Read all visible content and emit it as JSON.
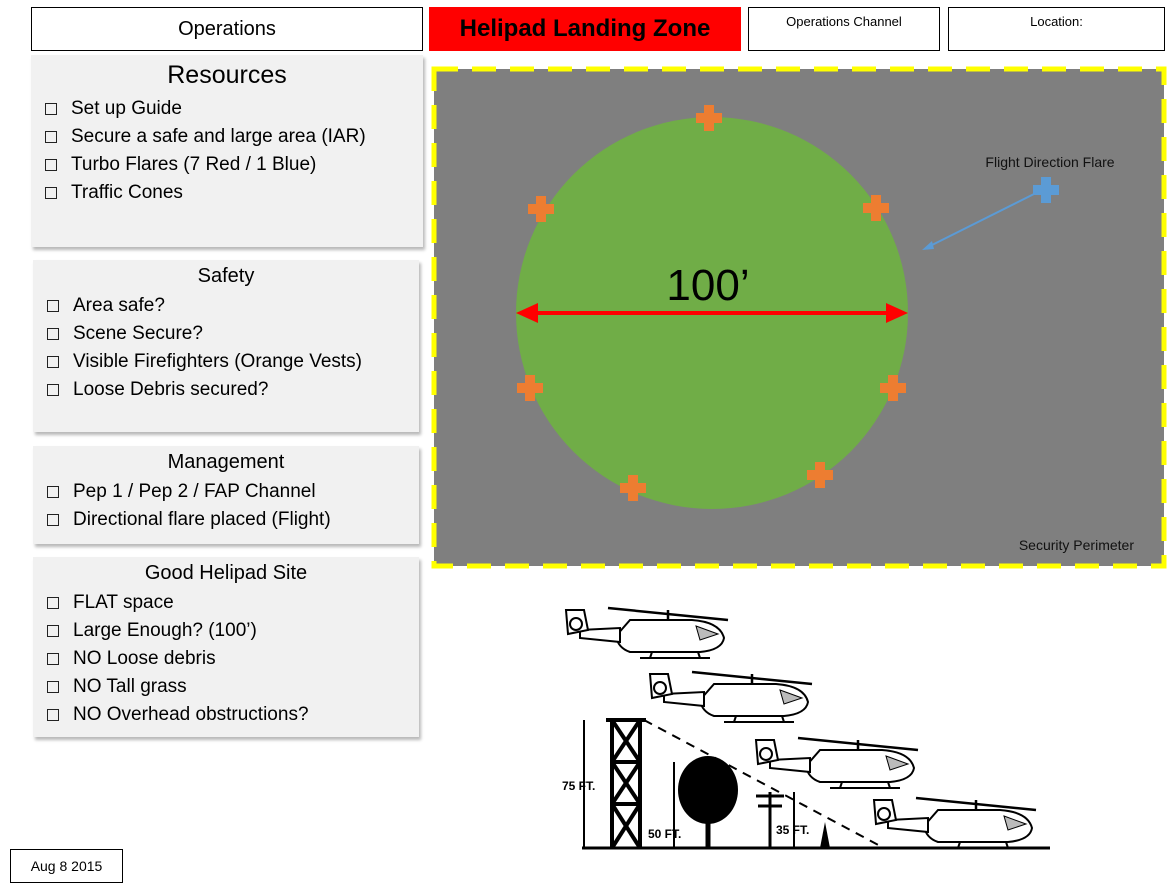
{
  "header": {
    "operations": "Operations",
    "title": "Helipad Landing Zone",
    "channel_label": "Operations Channel",
    "location_label": "Location:"
  },
  "panels": {
    "resources": {
      "title": "Resources",
      "items": [
        "Set up Guide",
        "Secure a safe and large area (IAR)",
        "Turbo Flares (7 Red / 1 Blue)",
        "Traffic Cones"
      ]
    },
    "safety": {
      "title": "Safety",
      "items": [
        "Area safe?",
        "Scene Secure?",
        "Visible Firefighters (Orange Vests)",
        "Loose Debris secured?"
      ]
    },
    "management": {
      "title": "Management",
      "items": [
        "Pep 1 / Pep 2 / FAP Channel",
        "Directional flare placed (Flight)"
      ]
    },
    "site": {
      "title": "Good Helipad Site",
      "items": [
        "FLAT space",
        "Large Enough?  (100’)",
        "NO Loose debris",
        "NO Tall grass",
        "NO Overhead obstructions?"
      ]
    }
  },
  "diagram": {
    "diameter_label": "100’",
    "flight_flare_label": "Flight Direction Flare",
    "perimeter_label": "Security Perimeter",
    "colors": {
      "ground": "#7f7f7f",
      "pad": "#70ad47",
      "perimeter": "#ffff00",
      "arrow": "#ff0000",
      "red_flare": "#ed7d31",
      "blue_flare": "#5b9bd5"
    }
  },
  "clearance": {
    "tower_label": "75 FT.",
    "tree_label": "50 FT.",
    "pole_label": "35 FT."
  },
  "footer": {
    "date": "Aug 8 2015"
  }
}
